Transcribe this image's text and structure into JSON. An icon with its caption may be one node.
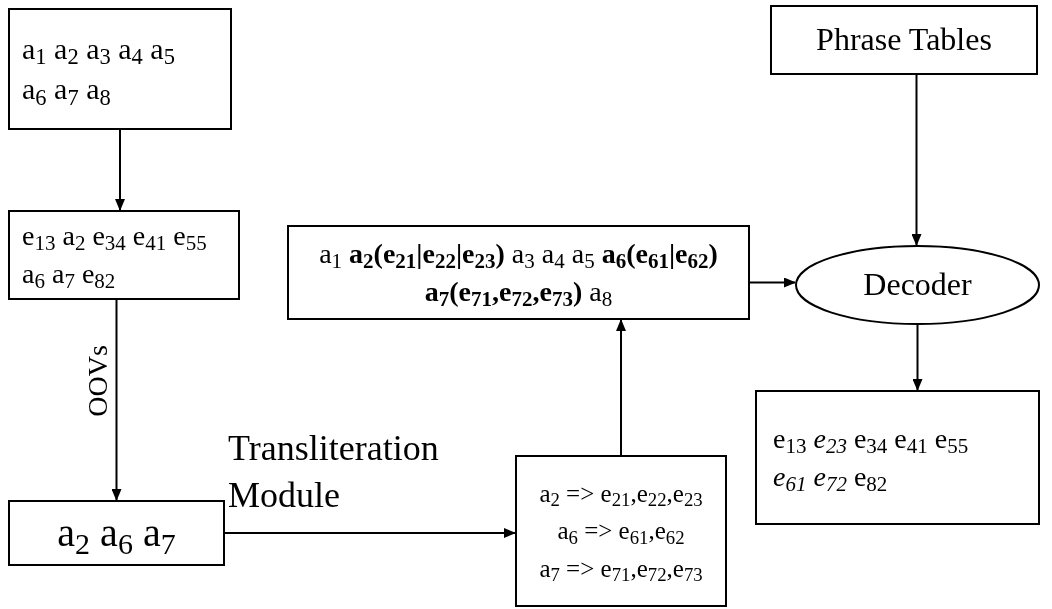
{
  "diagram": {
    "nodes": [
      {
        "text": [
          "a$_{1}$ a$_{2}$ a$_{3}$ a$_{4}$ a$_{5}$ a$_{6}$ a$_{7}$ a$_{8}$"
        ]
      },
      {
        "text": [
          "e$_{13}$ a$_{2}$ e$_{34}$ e$_{41}$ e$_{55}$ a$_{6}$ a$_{7}$ e$_{82}$"
        ]
      },
      {
        "text": [
          "a$_{2}$ a$_{6}$ a$_{7}$"
        ]
      },
      {
        "text": [
          "a$_{2}$ => e$_{21}$,e$_{22}$,e$_{23}$",
          "a$_{6}$ => e$_{61}$,e$_{62}$",
          "a$_{7}$ => e$_{71}$,e$_{72}$,e$_{73}$"
        ]
      },
      {
        "text": [
          "a$_{1}$ **a$_{2}$(e$_{21}$|e$_{22}$|e$_{23}$)** a$_{3}$ a$_{4}$ a$_{5}$ **a$_{6}$(e$_{61}$|e$_{62}$) a$_{7}$(e$_{71}$,e$_{72}$,e$_{73}$)** a$_{8}$"
        ]
      },
      {
        "text": [
          "Phrase Tables"
        ]
      },
      {
        "text": [
          "Decoder"
        ]
      },
      {
        "text": [
          "e$_{13}$ *e$_{23}$* e$_{34}$ e$_{41}$ e$_{55}$ *e$_{61}$* *e$_{72}$* e$_{82}$"
        ]
      }
    ],
    "edges": [
      {
        "from": 0,
        "to": 1,
        "arrow": "to"
      },
      {
        "from": 1,
        "to": 2,
        "arrow": "to",
        "label": "OOVs"
      },
      {
        "from": 2,
        "to": 3,
        "arrow": "to",
        "label": "Transliteration Module"
      },
      {
        "from": 3,
        "to": 4,
        "arrow": "to"
      },
      {
        "from": 4,
        "to": 6,
        "arrow": "to"
      },
      {
        "from": 5,
        "to": 6,
        "arrow": "to"
      },
      {
        "from": 6,
        "to": 7,
        "arrow": "to"
      }
    ]
  }
}
